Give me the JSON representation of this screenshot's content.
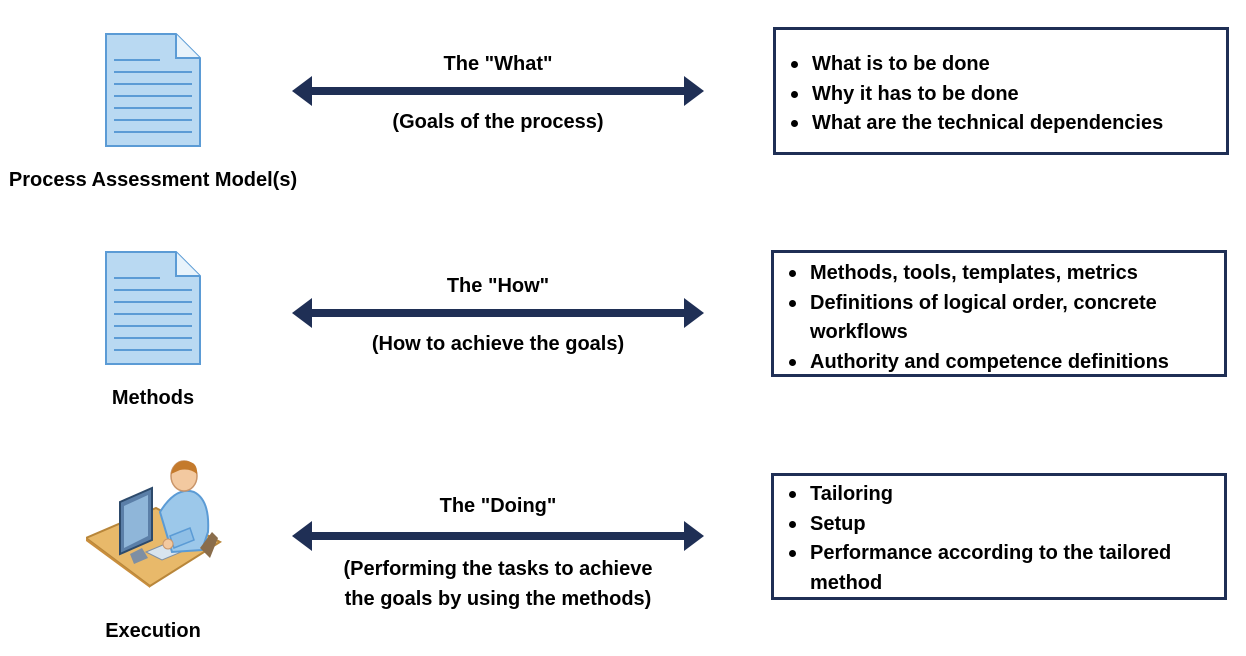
{
  "rows": [
    {
      "icon": "document-icon",
      "label": "Process Assessment Model(s)",
      "arrow_title": "The \"What\"",
      "arrow_subtitle": "(Goals of the process)",
      "items": [
        "What is to be done",
        "Why it has to be done",
        "What are the technical dependencies"
      ]
    },
    {
      "icon": "document-icon",
      "label": "Methods",
      "arrow_title": "The \"How\"",
      "arrow_subtitle": "(How to achieve the goals)",
      "items": [
        "Methods, tools, templates, metrics",
        "Definitions of logical order, concrete workflows",
        "Authority and competence definitions"
      ]
    },
    {
      "icon": "person-at-computer-icon",
      "label": "Execution",
      "arrow_title": "The \"Doing\"",
      "arrow_subtitle_lines": [
        "(Performing the tasks to achieve",
        "the goals by using the methods)"
      ],
      "items": [
        "Tailoring",
        "Setup",
        "Performance according to the tailored method"
      ]
    }
  ],
  "colors": {
    "arrow": "#1f2f55",
    "box_border": "#1f2f55",
    "document_fill": "#b9d9f2",
    "document_lines": "#5b9bd5"
  }
}
